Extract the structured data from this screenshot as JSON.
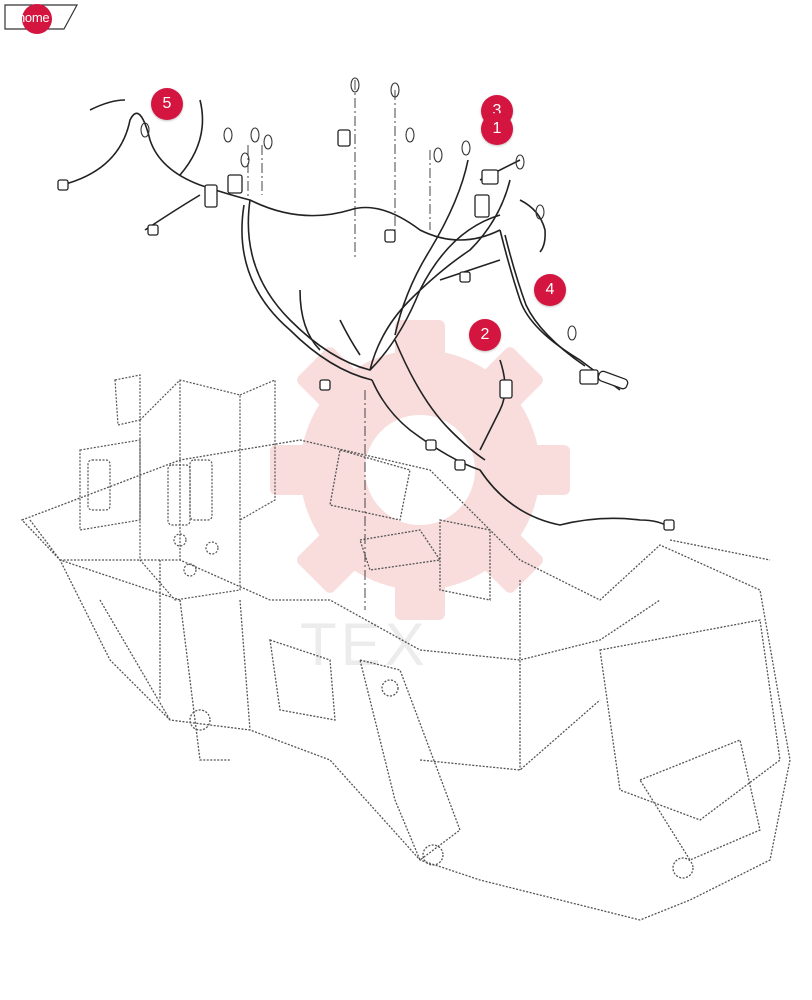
{
  "colors": {
    "callout": "#d4153f",
    "watermark": "#f2b5b5",
    "line": "#222222",
    "frame": "#555555"
  },
  "nav": {
    "home_label": "home",
    "home_icon": "home-tab-icon"
  },
  "callouts": [
    {
      "number": "5"
    },
    {
      "number": "3"
    },
    {
      "number": "1"
    },
    {
      "number": "4"
    },
    {
      "number": "2"
    }
  ],
  "watermark_text": "TEX"
}
